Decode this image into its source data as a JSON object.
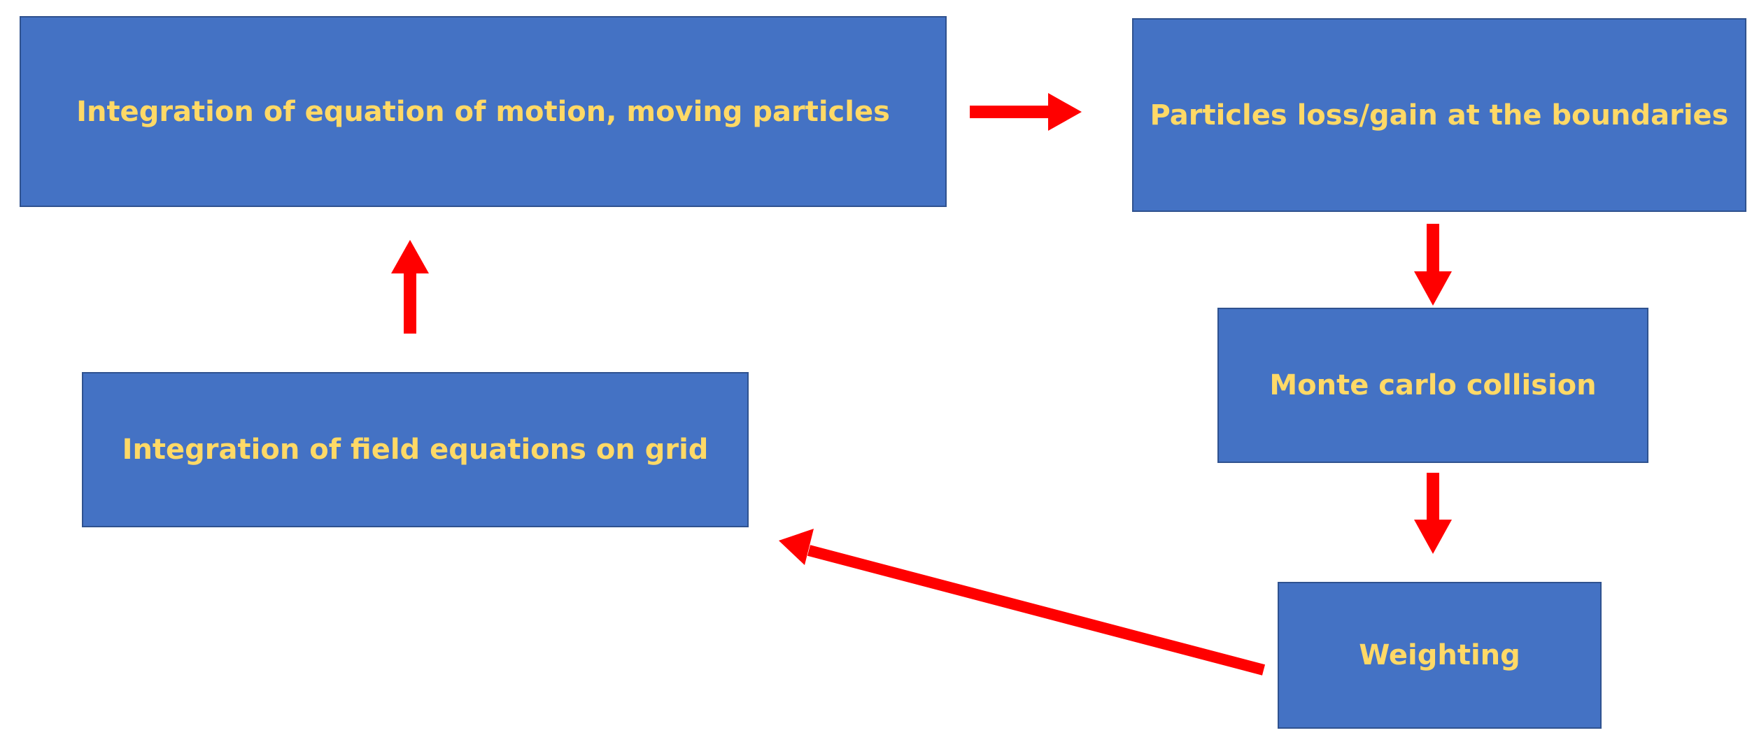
{
  "colors": {
    "box_fill": "#4472C4",
    "box_border": "#2F528F",
    "label_text": "#FFD966",
    "arrow": "#FF0000"
  },
  "nodes": {
    "motion": "Integration of equation of motion, moving particles",
    "boundary": "Particles loss/gain at the boundaries",
    "collision": "Monte carlo collision",
    "weighting": "Weighting",
    "field": "Integration of field equations on grid"
  },
  "edges": [
    {
      "from": "motion",
      "to": "boundary"
    },
    {
      "from": "boundary",
      "to": "collision"
    },
    {
      "from": "collision",
      "to": "weighting"
    },
    {
      "from": "weighting",
      "to": "field"
    },
    {
      "from": "field",
      "to": "motion"
    }
  ]
}
